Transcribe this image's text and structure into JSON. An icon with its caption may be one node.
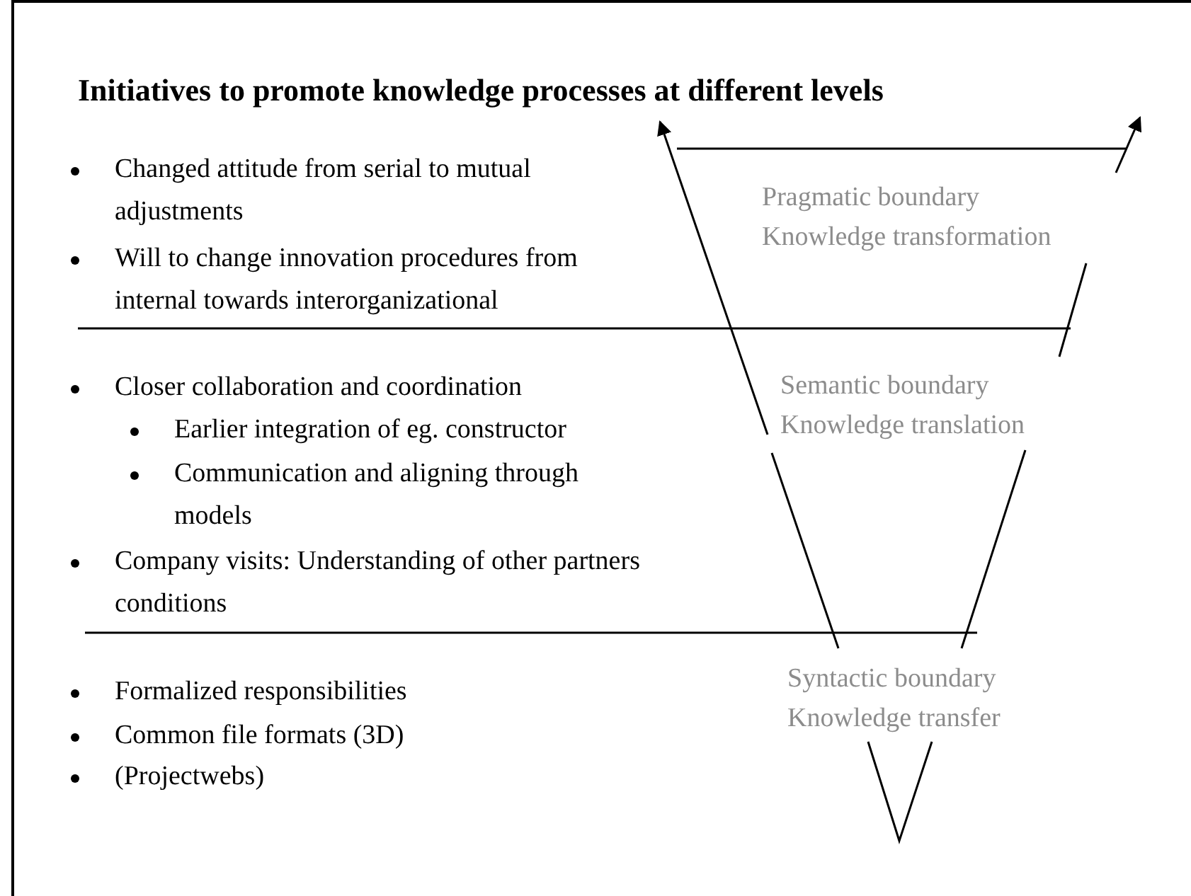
{
  "diagram": {
    "title": "Initiatives to promote knowledge processes at different levels",
    "labels": [
      "Changed attitude from serial to mutual adjustments",
      "Will to change innovation procedures from internal towards interorganizational",
      "Closer collaboration and coordination",
      "Earlier integration of eg. constructor",
      "Communication and aligning through models",
      "Company visits: Understanding of other partners conditions",
      "Formalized responsibilities",
      "Common file formats (3D)",
      "(Projectwebs)",
      "Pragmatic boundary",
      "Knowledge transformation",
      "Semantic boundary",
      "Knowledge translation",
      "Syntactic boundary",
      "Knowledge transfer"
    ]
  }
}
